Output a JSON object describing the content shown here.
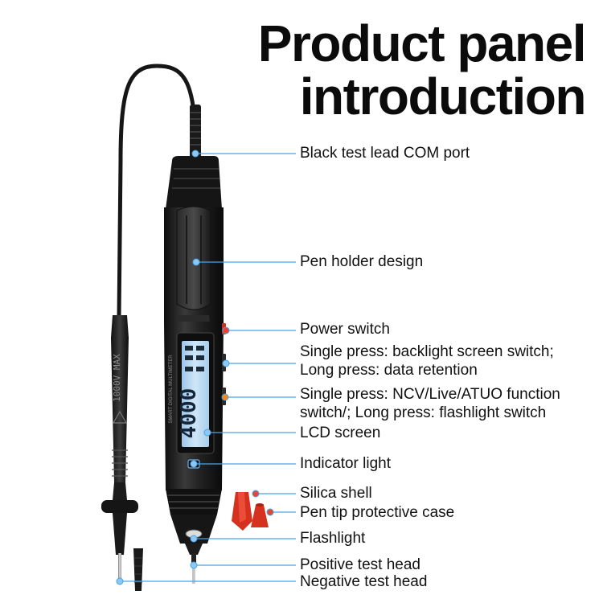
{
  "title": {
    "line1": "Product panel",
    "line2": "introduction"
  },
  "colors": {
    "leader": "#4aa3e6",
    "body": "#1b1b1b",
    "lcd": "#b9d8f1",
    "accent_red": "#e23b2e",
    "accent_orange": "#f08a1c"
  },
  "callouts": {
    "com_port": "Black test lead COM port",
    "pen_holder": "Pen holder design",
    "power_switch": "Power switch",
    "backlight_1": "Single press: backlight screen switch;",
    "backlight_2": "Long press: data retention",
    "ncv_1": "Single press: NCV/Live/ATUO function",
    "ncv_2": "switch/; Long press: flashlight switch",
    "lcd": "LCD screen",
    "indicator": "Indicator light",
    "silica": "Silica shell",
    "tip_case": "Pen tip protective case",
    "flashlight": "Flashlight",
    "positive": "Positive test head",
    "negative": "Negative test head"
  },
  "device": {
    "probe_text": "1000V MAX",
    "side_text": "SMART DIGITAL MULTIMETER",
    "lcd_reading": "4000"
  }
}
